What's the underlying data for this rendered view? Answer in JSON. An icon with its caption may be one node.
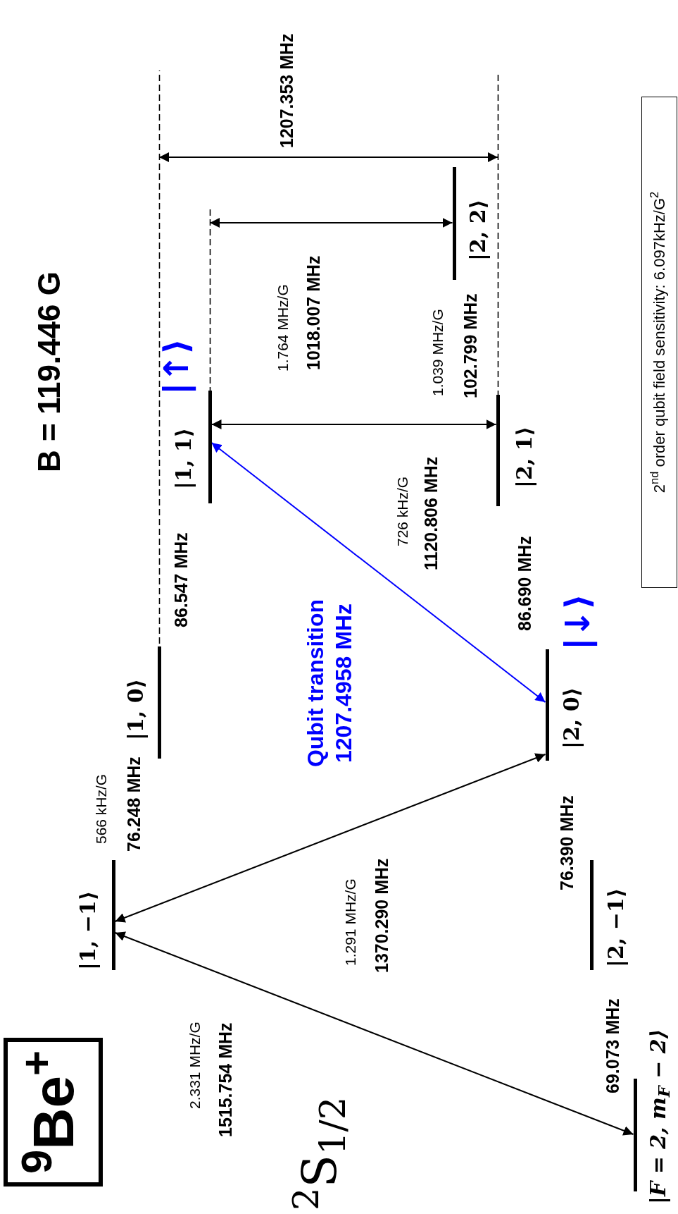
{
  "diagram": {
    "title": "B = 119.446 G",
    "nodes": [
      {
        "text": [
          "$^{9}$Be$^{+}$"
        ]
      },
      {
        "text": [
          "|F = 2, m$_{F}$ − 2⟩"
        ]
      },
      {
        "text": [
          "|1, −1⟩"
        ]
      },
      {
        "text": [
          "|2, −1⟩"
        ]
      },
      {
        "text": [
          "|1, 0⟩"
        ]
      },
      {
        "text": [
          "|2, 0⟩"
        ],
        "beside": [
          "|↓⟩"
        ]
      },
      {
        "text": [
          "|1, 1⟩",
          "|↑⟩"
        ]
      },
      {
        "text": [
          "|2, 1⟩"
        ]
      },
      {
        "text": [
          "|2, 2⟩"
        ]
      },
      {
        "text": [
          "2$^{nd}$ order qubit field sensitivity: 6.097kHz/G$^{2}$"
        ]
      }
    ],
    "edges": [
      {
        "from": 2,
        "to": 1,
        "arrow": "both",
        "label": "1515.754 MHz"
      },
      {
        "from": 2,
        "to": 5,
        "arrow": "both",
        "label": "1370.290 MHz"
      },
      {
        "from": 6,
        "to": 5,
        "arrow": "both",
        "label": "Qubit transition 1207.4958 MHz",
        "color": "#0000ff"
      },
      {
        "from": 6,
        "to": 7,
        "arrow": "both",
        "label": "1120.806 MHz"
      },
      {
        "from": 6,
        "to": 8,
        "arrow": "both",
        "label": "1018.007 MHz"
      },
      {
        "from": 4,
        "to": 7,
        "arrow": "both",
        "label": "1207.353 MHz"
      }
    ],
    "labels": [
      "$^{2}$S$_{1/2}$",
      "2.331 MHz/G",
      "69.073 MHz",
      "1.291 MHz/G",
      "76.390 MHz",
      "566 kHz/G",
      "76.248 MHz",
      "86.690 MHz",
      "86.547 MHz",
      "726 kHz/G",
      "1.039 MHz/G",
      "102.799 MHz",
      "1.764 MHz/G"
    ]
  }
}
